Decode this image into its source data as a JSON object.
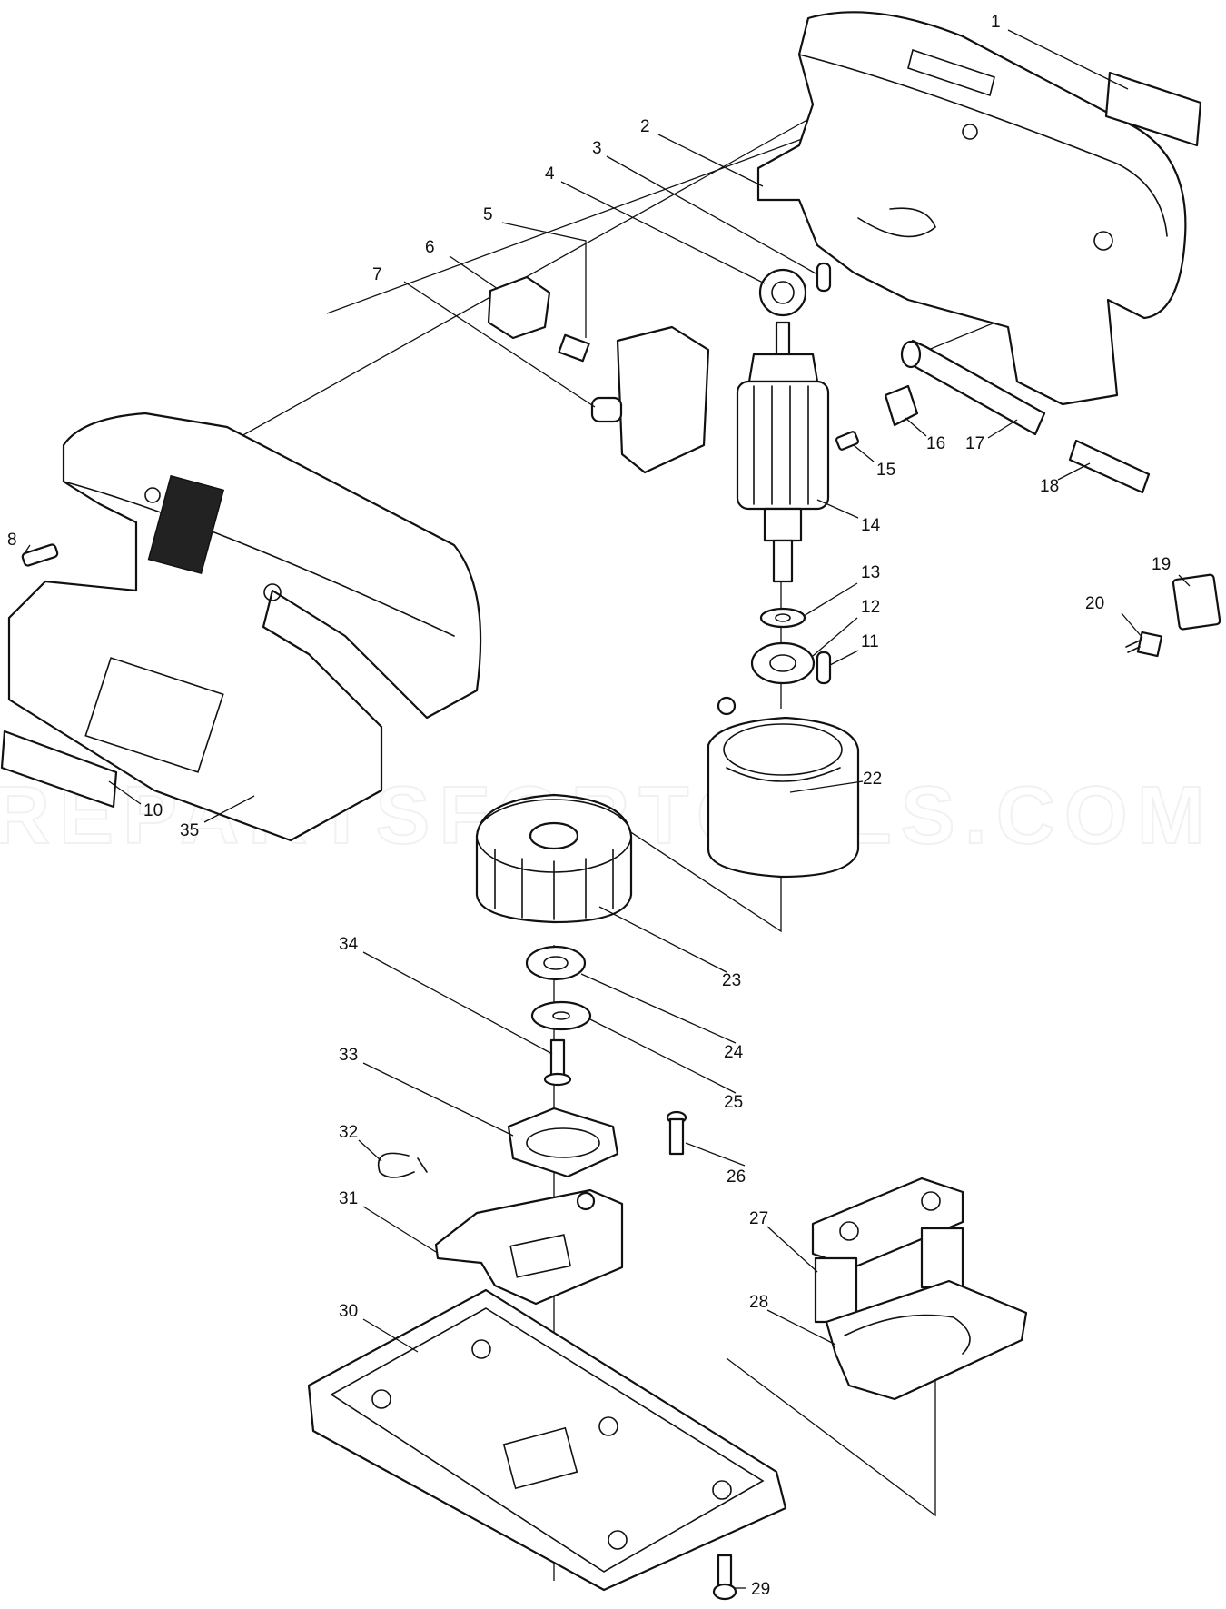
{
  "watermark": "REPARTSFORTOOLS.COM",
  "callouts": [
    "1",
    "2",
    "3",
    "4",
    "5",
    "6",
    "7",
    "8",
    "10",
    "11",
    "12",
    "13",
    "14",
    "15",
    "16",
    "17",
    "18",
    "19",
    "20",
    "22",
    "23",
    "24",
    "25",
    "26",
    "27",
    "28",
    "29",
    "30",
    "31",
    "32",
    "33",
    "34",
    "35"
  ],
  "colors": {
    "line": "#111111",
    "background": "#ffffff",
    "watermark": "#f1f1f1"
  }
}
